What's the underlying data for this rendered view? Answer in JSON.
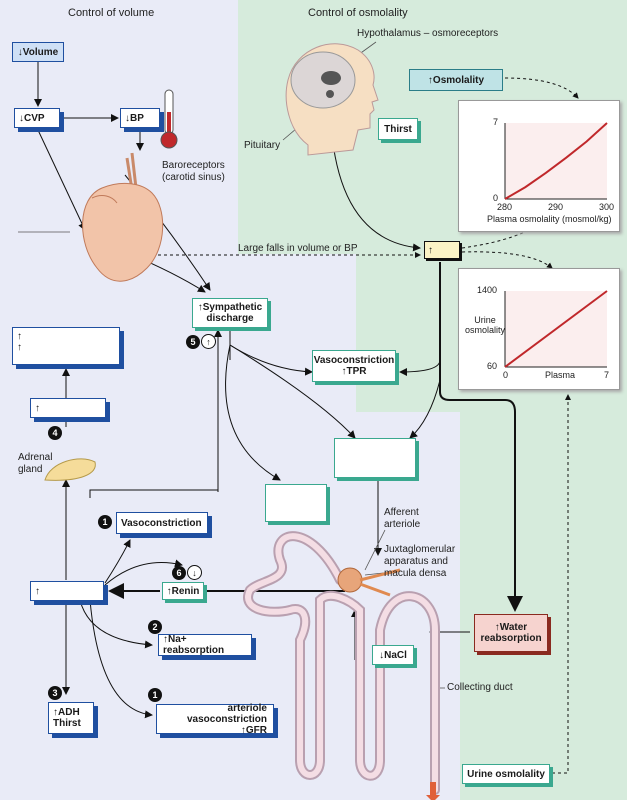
{
  "sections": {
    "volume_title": "Control of volume",
    "osmolality_title": "Control of osmolality"
  },
  "boxes": {
    "volume": "↓Volume",
    "cvp": "↓CVP",
    "bp": "↓BP",
    "sympathetic": "↑Sympathetic\ndischarge",
    "vasoconstriction_tpr": "Vasoconstriction\n↑TPR",
    "arrow_up_1": "↑",
    "arrow_up_2": "↑",
    "arrow_up_3": "↑",
    "arrow_up_4": "↑",
    "yellow_up": "↑",
    "osmolality": "↑Osmolality",
    "thirst": "Thirst",
    "vasoconstriction": "Vasoconstriction",
    "renin": "↑Renin",
    "na_reabsorption": "↑Na+ reabsorption",
    "adh_thirst": "↑ADH\nThirst",
    "arteriole_gfr": "arteriole\nvasoconstriction ↑GFR",
    "nacl": "↓NaCl",
    "water_reabsorption": "↑Water\nreabsorption",
    "urine_osmolality": "Urine osmolality"
  },
  "labels": {
    "baroreceptors": "Baroreceptors\n(carotid sinus)",
    "hypothalamus": "Hypothalamus – osmoreceptors",
    "pituitary": "Pituitary",
    "large_falls": "Large falls in volume or BP",
    "adrenal": "Adrenal\ngland",
    "afferent": "Afferent\narteriole",
    "juxta": "Juxtaglomerular\napparatus and\nmacula densa",
    "collecting": "Collecting duct"
  },
  "circled": {
    "five": "5",
    "five_sym": "↑",
    "six": "6",
    "six_sym": "↓"
  },
  "numbers": {
    "n1a": "1",
    "n2": "2",
    "n3": "3",
    "n4": "4",
    "n1b": "1"
  },
  "colors": {
    "curve": "#c0282b",
    "blue": "#1f4fa0",
    "green_bg": "#d6ebdc"
  },
  "chart_data": [
    {
      "type": "line",
      "x": [
        280,
        284,
        288,
        292,
        296,
        300
      ],
      "series": [
        {
          "values": [
            0,
            1.1,
            2.4,
            3.8,
            5.3,
            7
          ]
        }
      ],
      "xlabel": "Plasma osmolality (mosmol/kg)",
      "ylabel": "",
      "xlim": [
        280,
        300
      ],
      "ylim": [
        0,
        7
      ],
      "xticks": [
        "280",
        "290",
        "300"
      ],
      "yticks": [
        "0",
        "7"
      ]
    },
    {
      "type": "line",
      "x": [
        0,
        7
      ],
      "series": [
        {
          "values": [
            60,
            1400
          ]
        }
      ],
      "xlabel": "Plasma",
      "ylabel": "Urine\nosmolality",
      "xlim": [
        0,
        7
      ],
      "ylim": [
        60,
        1400
      ],
      "xticks": [
        "0",
        "7"
      ],
      "yticks": [
        "60",
        "1400"
      ]
    }
  ]
}
